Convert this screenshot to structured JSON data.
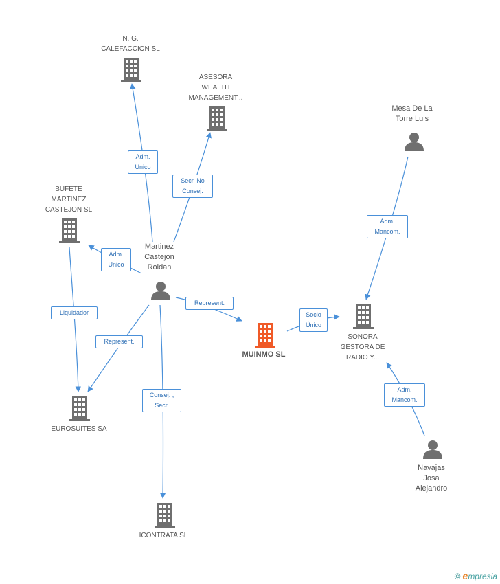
{
  "nodes": {
    "ng_calefaccion": {
      "lines": [
        "N. G.",
        "CALEFACCION SL"
      ],
      "kind": "company"
    },
    "asesora_wealth": {
      "lines": [
        "ASESORA",
        "WEALTH",
        "MANAGEMENT..."
      ],
      "kind": "company"
    },
    "mesa_de_la_torre": {
      "lines": [
        "Mesa De La",
        "Torre Luis"
      ],
      "kind": "person"
    },
    "bufete_martinez": {
      "lines": [
        "BUFETE",
        "MARTINEZ",
        "CASTEJON SL"
      ],
      "kind": "company"
    },
    "martinez_castejon": {
      "lines": [
        "Martinez",
        "Castejon",
        "Roldan"
      ],
      "kind": "person"
    },
    "muinmo": {
      "lines": [
        "MUINMO SL"
      ],
      "kind": "company-focus"
    },
    "sonora_gestora": {
      "lines": [
        "SONORA",
        "GESTORA DE",
        "RADIO Y..."
      ],
      "kind": "company"
    },
    "eurosuites": {
      "lines": [
        "EUROSUITES SA"
      ],
      "kind": "company"
    },
    "navajas_josa": {
      "lines": [
        "Navajas",
        "Josa",
        "Alejandro"
      ],
      "kind": "person"
    },
    "icontrata": {
      "lines": [
        "ICONTRATA SL"
      ],
      "kind": "company"
    }
  },
  "edges": [
    {
      "id": "e1",
      "lines": [
        "Adm.",
        "Unico"
      ]
    },
    {
      "id": "e2",
      "lines": [
        "Secr.  No",
        "Consej."
      ]
    },
    {
      "id": "e3",
      "lines": [
        "Adm.",
        "Unico"
      ]
    },
    {
      "id": "e4",
      "lines": [
        "Liquidador"
      ]
    },
    {
      "id": "e5",
      "lines": [
        "Represent."
      ]
    },
    {
      "id": "e6",
      "lines": [
        "Represent."
      ]
    },
    {
      "id": "e7",
      "lines": [
        "Consej. ,",
        "Secr."
      ]
    },
    {
      "id": "e8",
      "lines": [
        "Socio",
        "Único"
      ]
    },
    {
      "id": "e9",
      "lines": [
        "Adm.",
        "Mancom."
      ]
    },
    {
      "id": "e10",
      "lines": [
        "Adm.",
        "Mancom."
      ]
    }
  ],
  "colors": {
    "edge": "#4a90d9",
    "icon": "#6f6f6f",
    "focus": "#f05a28",
    "edge_text": "#2e6fb5"
  },
  "icons": {
    "company": "building-icon",
    "person": "person-icon"
  },
  "footer": {
    "copyright_symbol": "©",
    "brand_initial": "e",
    "brand_rest": "mpresia"
  }
}
